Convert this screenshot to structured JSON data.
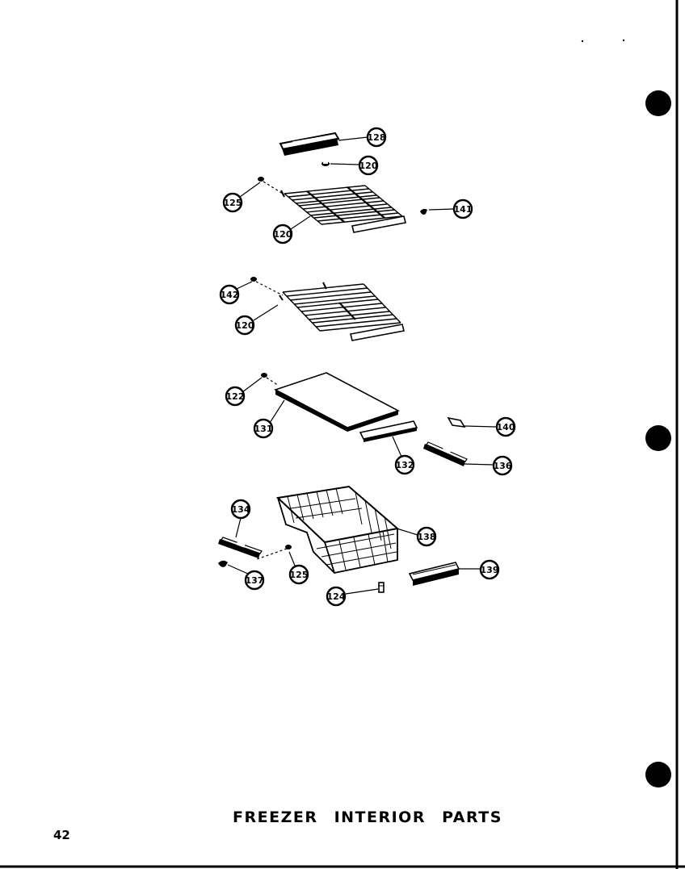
{
  "title": "FREEZER INTERIOR PARTS",
  "page_number": "42",
  "callouts": [
    {
      "id": "c1",
      "label": "128"
    },
    {
      "id": "c2",
      "label": "120"
    },
    {
      "id": "c3",
      "label": "125"
    },
    {
      "id": "c4",
      "label": "141"
    },
    {
      "id": "c5",
      "label": "120"
    },
    {
      "id": "c6",
      "label": "142"
    },
    {
      "id": "c7",
      "label": "120"
    },
    {
      "id": "c8",
      "label": "122"
    },
    {
      "id": "c9",
      "label": "131"
    },
    {
      "id": "c10",
      "label": "140"
    },
    {
      "id": "c11",
      "label": "132"
    },
    {
      "id": "c12",
      "label": "136"
    },
    {
      "id": "c13",
      "label": "134"
    },
    {
      "id": "c14",
      "label": "138"
    },
    {
      "id": "c15",
      "label": "137"
    },
    {
      "id": "c16",
      "label": "125"
    },
    {
      "id": "c17",
      "label": "124"
    },
    {
      "id": "c18",
      "label": "139"
    }
  ]
}
